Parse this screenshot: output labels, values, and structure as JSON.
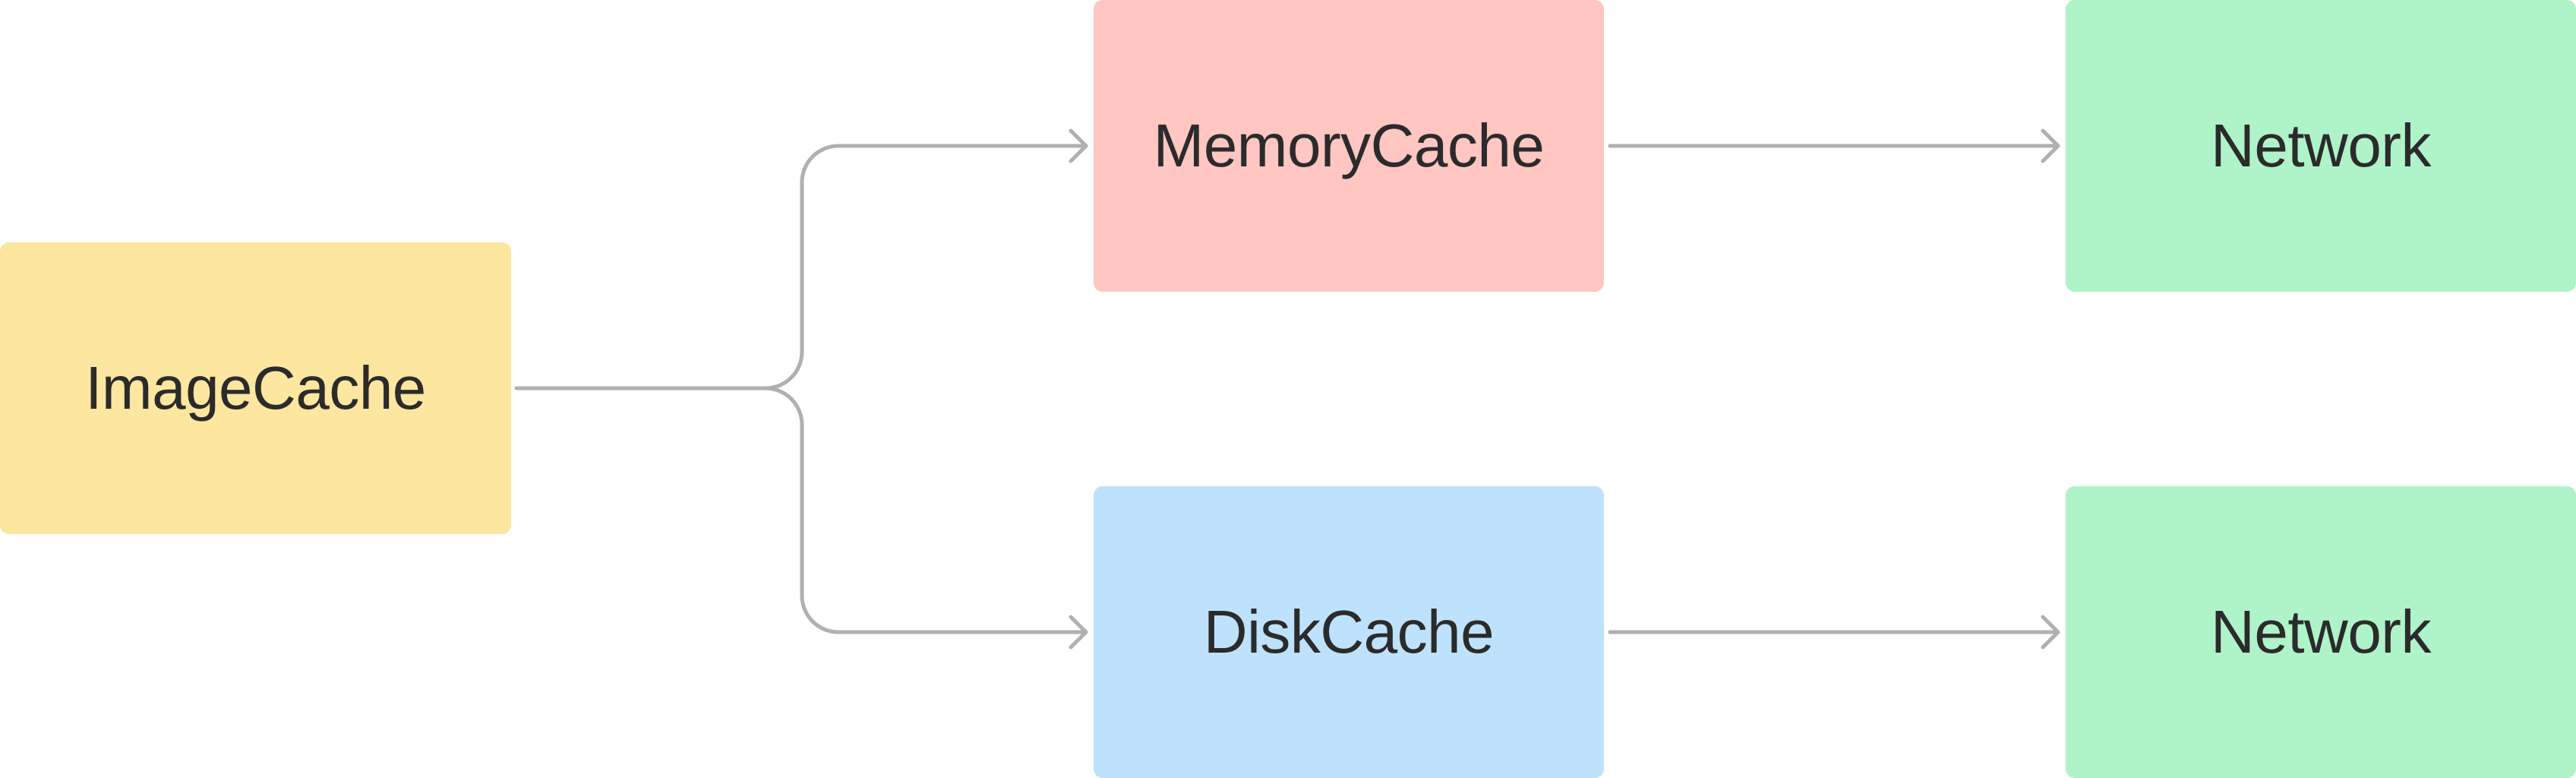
{
  "diagram": {
    "nodes": {
      "image_cache": {
        "label": "ImageCache",
        "color": "#fde6a0"
      },
      "memory_cache": {
        "label": "MemoryCache",
        "color": "#ffc6c2"
      },
      "disk_cache": {
        "label": "DiskCache",
        "color": "#bfe2fc"
      },
      "network_1": {
        "label": "Network",
        "color": "#aff4c8"
      },
      "network_2": {
        "label": "Network",
        "color": "#aff4c8"
      }
    },
    "edges": [
      {
        "from": "image_cache",
        "to": "memory_cache"
      },
      {
        "from": "image_cache",
        "to": "disk_cache"
      },
      {
        "from": "memory_cache",
        "to": "network_1"
      },
      {
        "from": "disk_cache",
        "to": "network_2"
      }
    ],
    "connector_color": "#b0b0b0"
  }
}
